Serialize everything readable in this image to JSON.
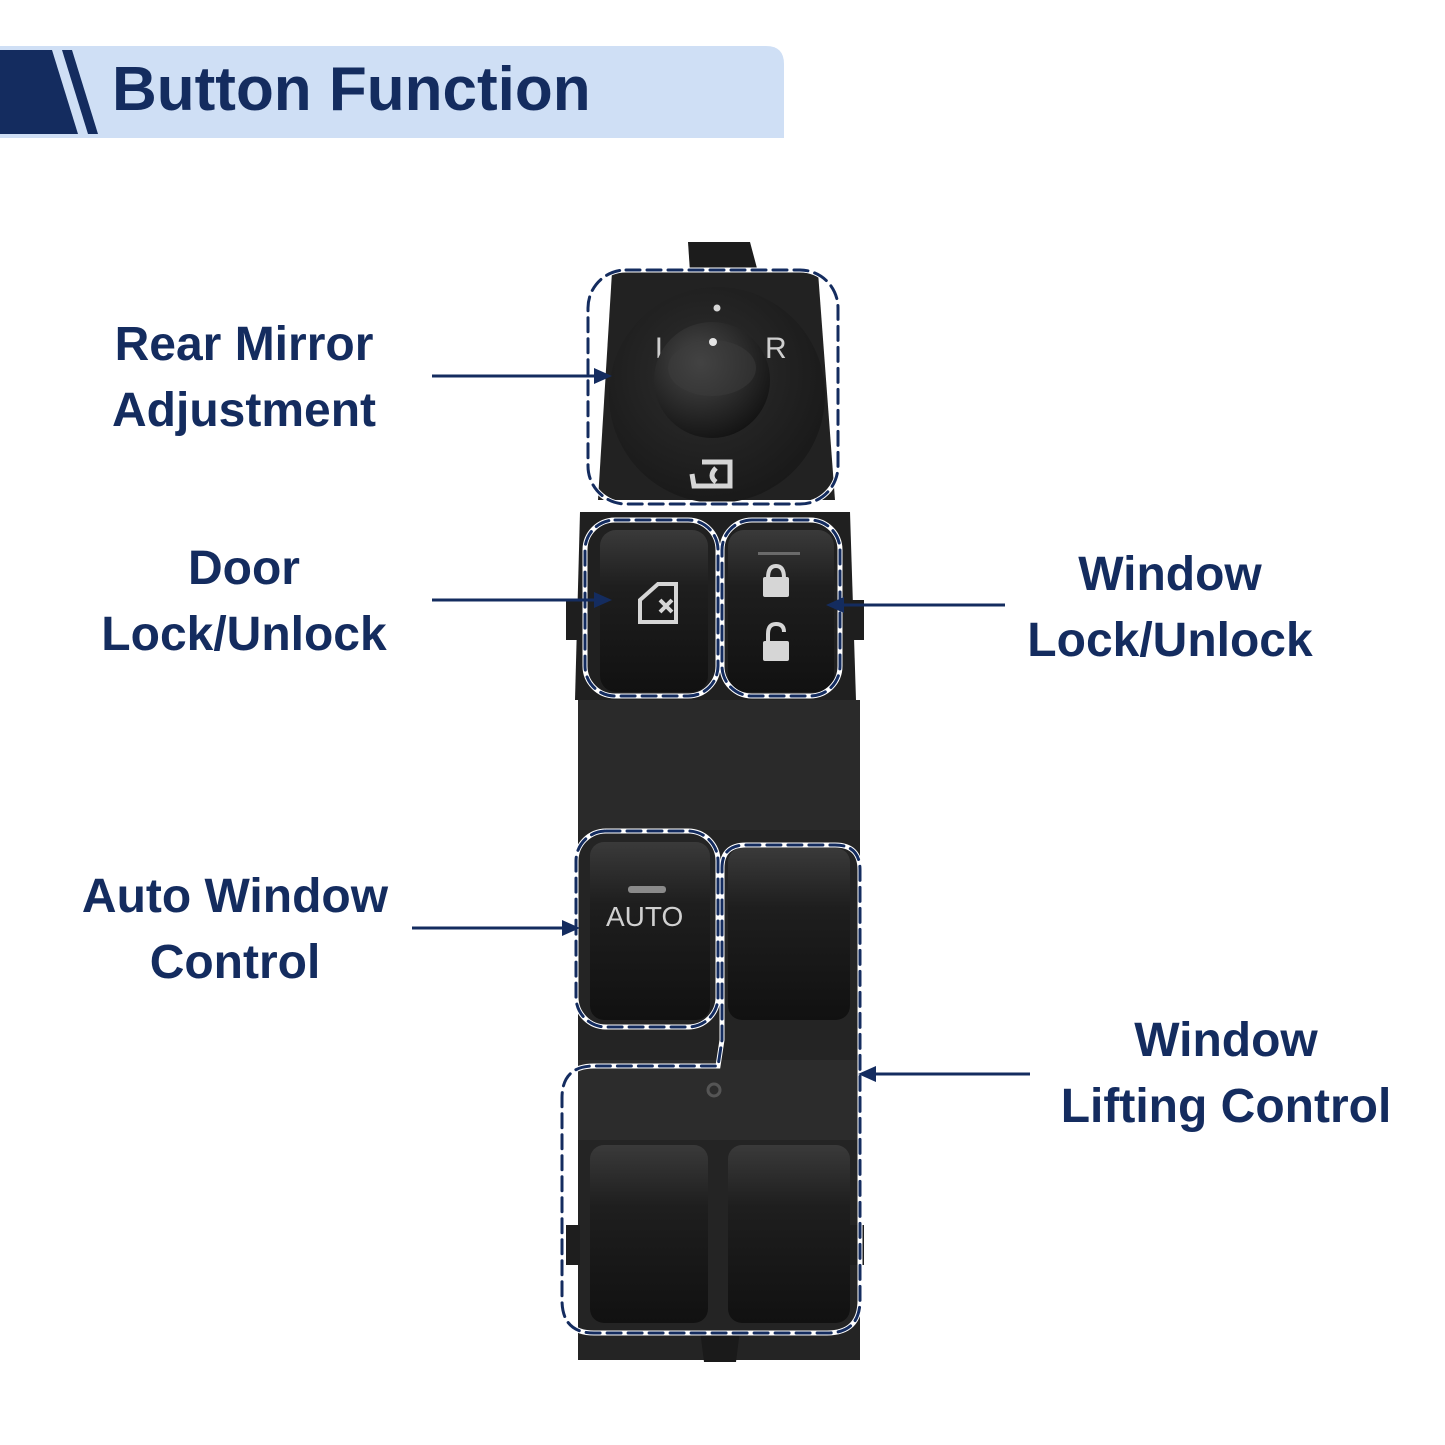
{
  "banner": {
    "title": "Button Function"
  },
  "labels": {
    "rear_mirror": [
      "Rear Mirror",
      "Adjustment"
    ],
    "door_lock": [
      "Door",
      "Lock/Unlock"
    ],
    "window_lock": [
      "Window",
      "Lock/Unlock"
    ],
    "auto_window": [
      "Auto Window",
      "Control"
    ],
    "window_lifting": [
      "Window",
      "Lifting Control"
    ]
  },
  "knob_letters": {
    "left": "L",
    "right": "R"
  },
  "auto_button_text": "AUTO",
  "colors": {
    "brand_navy": "#142c5f",
    "banner_light": "#cfdff5",
    "switch_body": "#222222",
    "switch_button": "#1a1a1a",
    "icon_light": "#d6d6d6"
  },
  "icons": [
    "mirror-fold-icon",
    "door-lock-icon",
    "padlock-locked-icon",
    "padlock-unlocked-icon"
  ]
}
